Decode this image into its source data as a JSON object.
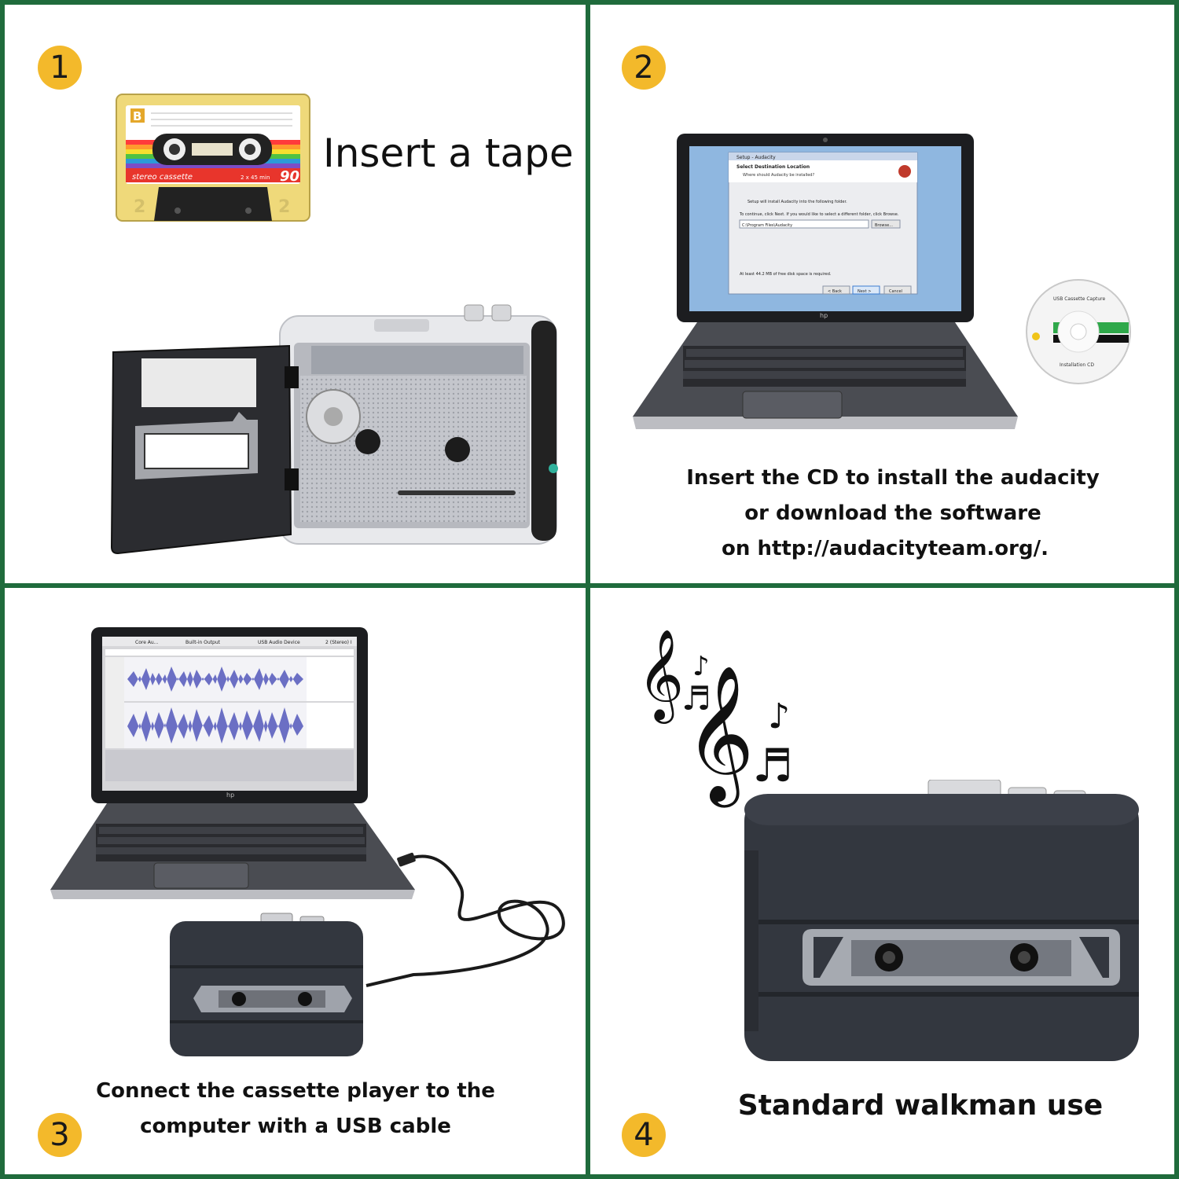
{
  "steps": [
    {
      "number": "1",
      "title": "Insert a tape"
    },
    {
      "number": "2",
      "lines": [
        "Insert the CD to install the audacity",
        "or download the software",
        "on  http://audacityteam.org/."
      ]
    },
    {
      "number": "3",
      "lines": [
        "Connect the cassette player to the",
        "computer with a USB cable"
      ]
    },
    {
      "number": "4",
      "title": "Standard walkman use"
    }
  ],
  "cassette_label": {
    "side": "B",
    "brand": "stereo cassette",
    "duration": "2 x 45 min",
    "length": "90",
    "num_left": "2",
    "num_right": "2"
  },
  "setup_dialog": {
    "title": "Setup - Audacity",
    "heading": "Select Destination Location",
    "subheading": "Where should Audacity be installed?",
    "line1": "Setup will install Audacity into the following folder.",
    "line2": "To continue, click Next. If you would like to select a different folder, click Browse.",
    "path": "C:\\Program Files\\Audacity",
    "browse": "Browse...",
    "disk_note": "At least 44.2 MB of free disk space is required.",
    "back": "< Back",
    "next": "Next >",
    "cancel": "Cancel"
  },
  "cd": {
    "title": "USB Cassette Capture",
    "label": "Installation CD"
  },
  "audacity": {
    "host": "Core Au...",
    "output": "Built-in Output",
    "input": "USB Audio Device",
    "channels": "2 (Stereo) I"
  },
  "colors": {
    "border": "#1f6b3c",
    "badge": "#f3b92b",
    "player": "#33373f",
    "wave": "#6b6fc4"
  }
}
